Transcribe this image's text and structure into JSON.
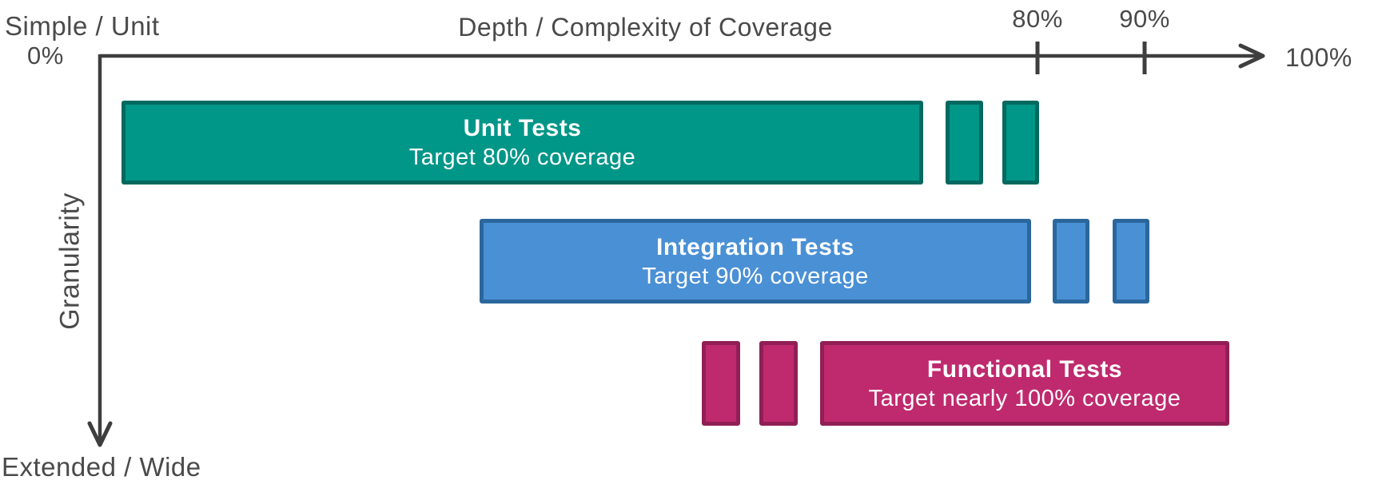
{
  "diagram": {
    "x_axis": {
      "title": "Depth / Complexity of Coverage",
      "origin_label": "0%",
      "ticks": [
        {
          "label": "80%"
        },
        {
          "label": "90%"
        }
      ],
      "end_label": "100%"
    },
    "y_axis": {
      "title": "Granularity",
      "top_label": "Simple / Unit",
      "bottom_label": "Extended / Wide"
    },
    "bars": [
      {
        "title": "Unit Tests",
        "subtitle": "Target 80% coverage",
        "fill": "#009688",
        "border": "#04695f"
      },
      {
        "title": "Integration Tests",
        "subtitle": "Target 90% coverage",
        "fill": "#4a90d5",
        "border": "#2b679c"
      },
      {
        "title": "Functional Tests",
        "subtitle": "Target nearly 100% coverage",
        "fill": "#bf2a6e",
        "border": "#911f55"
      }
    ],
    "colors": {
      "axis": "#3e3e3e",
      "label_text": "#4a4a4a"
    }
  }
}
